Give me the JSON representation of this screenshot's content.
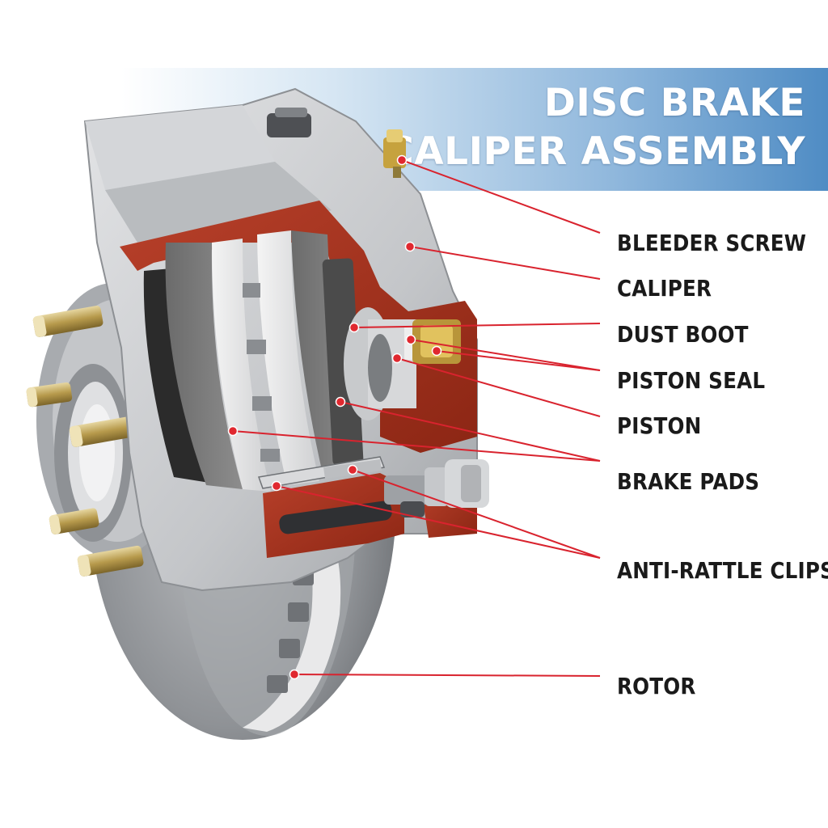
{
  "title": {
    "line1": "DISC BRAKE",
    "line2": "CALIPER ASSEMBLY"
  },
  "labels": {
    "bleeder_screw": "BLEEDER SCREW",
    "caliper": "CALIPER",
    "dust_boot": "DUST BOOT",
    "piston_seal": "PISTON SEAL",
    "piston": "PISTON",
    "brake_pads": "BRAKE PADS",
    "anti_rattle_clips": "ANTI-RATTLE CLIPS",
    "rotor": "ROTOR"
  },
  "colors": {
    "leader_line": "#d9232e",
    "leader_dot": "#e0282f",
    "banner_blue": "#4f8cc4",
    "caliper_metal": "#c9cacc",
    "cutaway_red": "#a8321f"
  }
}
